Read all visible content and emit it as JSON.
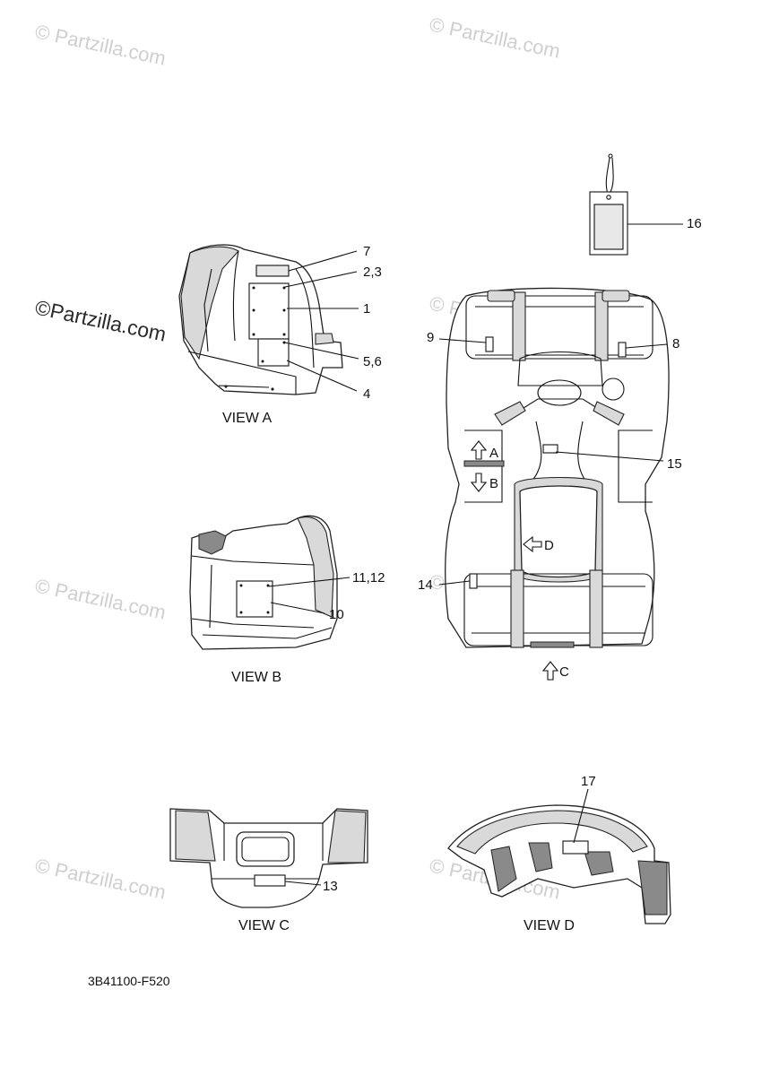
{
  "watermark": {
    "text": "© Partzilla.com",
    "text_alt": "©Partzilla.com"
  },
  "views": {
    "a": "VIEW A",
    "b": "VIEW B",
    "c": "VIEW C",
    "d": "VIEW D"
  },
  "arrows": {
    "a": "A",
    "b": "B",
    "c": "C",
    "d": "D"
  },
  "callouts": {
    "n1": "1",
    "n2_3": "2,3",
    "n4": "4",
    "n5_6": "5,6",
    "n7": "7",
    "n8": "8",
    "n9": "9",
    "n10": "10",
    "n11_12": "11,12",
    "n13": "13",
    "n14": "14",
    "n15": "15",
    "n16": "16",
    "n17": "17"
  },
  "diagram_code": "3B41100-F520"
}
